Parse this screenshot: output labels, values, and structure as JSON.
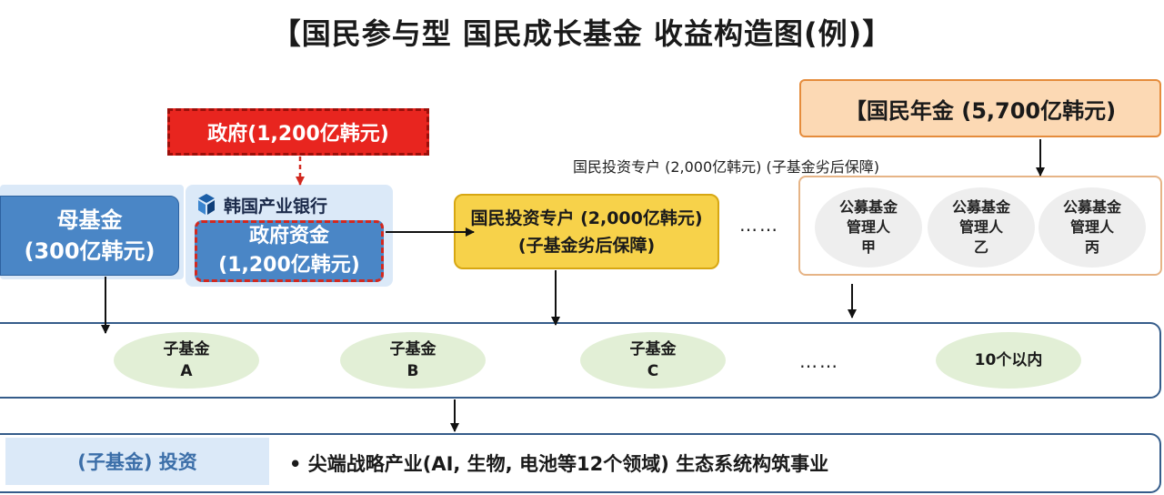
{
  "title": "【国民参与型  国民成长基金  收益构造图(例)】",
  "government": "政府(1,200亿韩元)",
  "bank": {
    "name": "韩国产业银行",
    "logo_icon": "kdb-logo-icon",
    "fund_line1": "政府资金",
    "fund_line2": "(1,200亿韩元)"
  },
  "mother_fund": {
    "line1": "母基金",
    "line2": "(300亿韩元)"
  },
  "special_account": {
    "line1": "国民投资专户 (2,000亿韩元)",
    "line2": "(子基金劣后保障)"
  },
  "ellipsis": "……",
  "pension": {
    "title": "【国民年金 (5,700亿韩元)",
    "note": "国民投资专户 (2,000亿韩元) (子基金劣后保障)"
  },
  "managers": [
    {
      "l1": "公募基金",
      "l2": "管理人",
      "l3": "甲"
    },
    {
      "l1": "公募基金",
      "l2": "管理人",
      "l3": "乙"
    },
    {
      "l1": "公募基金",
      "l2": "管理人",
      "l3": "丙"
    }
  ],
  "subfunds": [
    {
      "l1": "子基金",
      "l2": "A"
    },
    {
      "l1": "子基金",
      "l2": "B"
    },
    {
      "l1": "子基金",
      "l2": "C"
    }
  ],
  "subfund_limit": "10个以内",
  "investment": {
    "label": "(子基金) 投资",
    "desc": "•  尖端战略产业(AI, 生物, 电池等12个领域) 生态系统构筑事业"
  },
  "colors": {
    "gov_red": "#e8251f",
    "fund_blue": "#4a86c6",
    "special_yellow": "#f7d24a",
    "pension_orange": "#fcd9b4",
    "subfund_green": "#e2efd6"
  }
}
